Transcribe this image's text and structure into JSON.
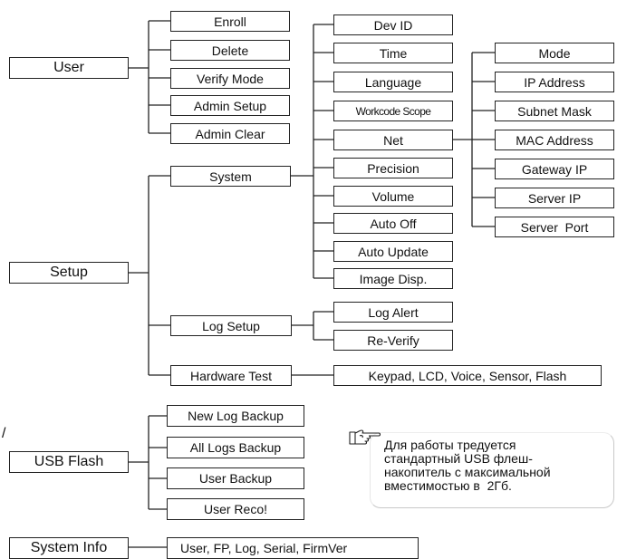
{
  "user": {
    "label": "User",
    "items": [
      "Enroll",
      "Delete",
      "Verify Mode",
      "Admin Setup",
      "Admin Clear"
    ]
  },
  "setup": {
    "label": "Setup",
    "system": {
      "label": "System",
      "items": [
        "Dev ID",
        "Time",
        "Language",
        "Workcode Scope",
        "Net",
        "Precision",
        "Volume",
        "Auto Off",
        "Auto Update",
        "Image Disp."
      ]
    },
    "net_items": [
      "Mode",
      "IP Address",
      "Subnet Mask",
      "MAC Address",
      "Gateway IP",
      "Server IP",
      "Server  Port"
    ],
    "log_setup": {
      "label": "Log Setup",
      "items": [
        "Log Alert",
        "Re-Verify"
      ]
    },
    "hardware_test": {
      "label": "Hardware Test",
      "item": "Keypad, LCD, Voice, Sensor, Flash"
    }
  },
  "usb_flash": {
    "label": "USB Flash",
    "items": [
      "New Log Backup",
      "All Logs Backup",
      "User Backup",
      "User Reco!"
    ]
  },
  "stray_mark": "/",
  "note": {
    "icon": "pointing-hand-icon",
    "text": "Для работы тредуется\nстандартный USB флеш-\nнакопитель с максимальной\nвместимостью в  2Гб."
  },
  "system_info": {
    "label": "System Info",
    "item": "User, FP, Log, Serial, FirmVer"
  }
}
